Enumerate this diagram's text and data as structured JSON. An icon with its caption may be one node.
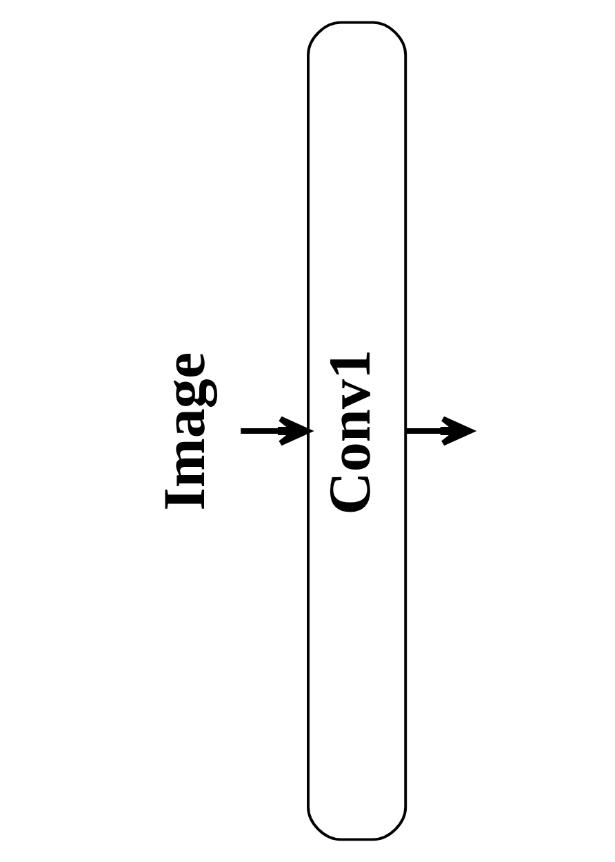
{
  "diagram": {
    "nodes": [
      {
        "text": [
          "Image"
        ]
      },
      {
        "text": [
          "Conv1"
        ]
      }
    ],
    "edges": [
      {
        "from": 0,
        "to": 1,
        "arrow": "to"
      },
      {
        "from": 1,
        "to": null,
        "arrow": "to"
      }
    ]
  }
}
